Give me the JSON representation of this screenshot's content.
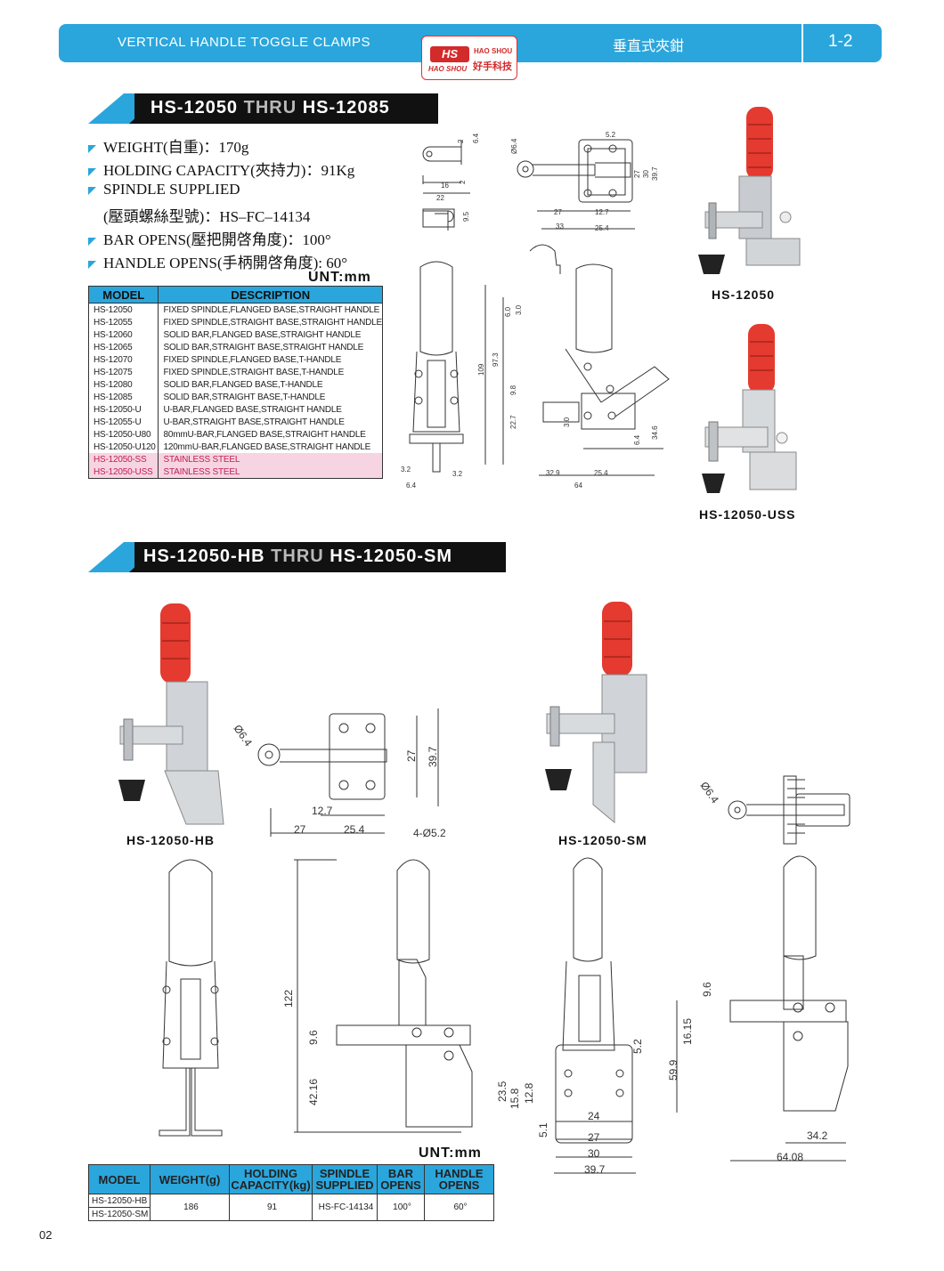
{
  "header": {
    "title_en": "VERTICAL HANDLE TOGGLE CLAMPS",
    "title_zh": "垂直式夾鉗",
    "page_ref": "1-2",
    "logo": {
      "mark": "HS",
      "brand_en": "HAO SHOU",
      "brand_en_italic": "HAO SHOU",
      "brand_zh": "好手科技"
    }
  },
  "section1": {
    "banner": {
      "part1": "HS-12050",
      "thru": "THRU",
      "part2": "HS-12085"
    },
    "specs": [
      "WEIGHT(自重)：170g",
      "HOLDING CAPACITY(夾持力)：91Kg",
      "SPINDLE SUPPLIED",
      "(壓頭螺絲型號)：HS–FC–14134",
      "BAR OPENS(壓把開啓角度)：100°",
      "HANDLE OPENS(手柄開啓角度): 60°"
    ],
    "unit": "UNT:mm",
    "table": {
      "headers": [
        "MODEL",
        "DESCRIPTION"
      ],
      "rows": [
        [
          "HS-12050",
          "FIXED SPINDLE,FLANGED BASE,STRAIGHT HANDLE"
        ],
        [
          "HS-12055",
          "FIXED SPINDLE,STRAIGHT BASE,STRAIGHT HANDLE"
        ],
        [
          "HS-12060",
          "SOLID BAR,FLANGED BASE,STRAIGHT HANDLE"
        ],
        [
          "HS-12065",
          "SOLID BAR,STRAIGHT BASE,STRAIGHT HANDLE"
        ],
        [
          "HS-12070",
          "FIXED SPINDLE,FLANGED BASE,T-HANDLE"
        ],
        [
          "HS-12075",
          "FIXED SPINDLE,STRAIGHT BASE,T-HANDLE"
        ],
        [
          "HS-12080",
          "SOLID BAR,FLANGED BASE,T-HANDLE"
        ],
        [
          "HS-12085",
          "SOLID BAR,STRAIGHT BASE,T-HANDLE"
        ],
        [
          "HS-12050-U",
          "U-BAR,FLANGED BASE,STRAIGHT HANDLE"
        ],
        [
          "HS-12055-U",
          "U-BAR,STRAIGHT BASE,STRAIGHT HANDLE"
        ],
        [
          "HS-12050-U80",
          "80mmU-BAR,FLANGED BASE,STRAIGHT HANDLE"
        ],
        [
          "HS-12050-U120",
          "120mmU-BAR,FLANGED BASE,STRAIGHT HANDLE"
        ],
        [
          "HS-12050-SS",
          "STAINLESS STEEL"
        ],
        [
          "HS-12050-USS",
          "STAINLESS STEEL"
        ]
      ]
    },
    "photo_captions": [
      "HS-12050",
      "HS-12050-USS"
    ],
    "dims": {
      "top_a": [
        "6.4",
        "2",
        "2",
        "16",
        "22",
        "9.5"
      ],
      "top_b": [
        "Ø6.4",
        "5.2",
        "27",
        "30",
        "39.7",
        "27",
        "12.7",
        "33",
        "25.4"
      ],
      "side": [
        "109",
        "97.3",
        "6.0",
        "3.0",
        "9.8",
        "22.7",
        "3.0",
        "6.4",
        "34.6",
        "32.9",
        "25.4",
        "64"
      ],
      "front": [
        "3.2",
        "3.2",
        "6.4"
      ]
    }
  },
  "section2": {
    "banner": {
      "part1": "HS-12050-HB",
      "thru": "THRU",
      "part2": "HS-12050-SM"
    },
    "photo_captions": [
      "HS-12050-HB",
      "HS-12050-SM"
    ],
    "dims_hb_top": [
      "Ø6.4",
      "27",
      "39.7",
      "12.7",
      "27",
      "25.4",
      "4-Ø5.2"
    ],
    "dims_hb_side": [
      "122",
      "9.6",
      "42.16"
    ],
    "dims_sm_top": [
      "Ø6.4"
    ],
    "dims_sm_front": [
      "5.2",
      "23.5",
      "15.8",
      "12.8",
      "5.1",
      "24",
      "27",
      "30",
      "39.7"
    ],
    "dims_sm_side": [
      "9.6",
      "16.15",
      "59.9",
      "34.2",
      "64.08"
    ],
    "unit": "UNT:mm",
    "table": {
      "headers": [
        "MODEL",
        "WEIGHT(g)",
        "HOLDING CAPACITY(kg)",
        "SPINDLE SUPPLIED",
        "BAR OPENS",
        "HANDLE OPENS"
      ],
      "models": [
        "HS-12050-HB",
        "HS-12050-SM"
      ],
      "weight": "186",
      "capacity": "91",
      "spindle": "HS-FC-14134",
      "bar_opens": "100°",
      "handle_opens": "60°"
    }
  },
  "footer": {
    "page_number": "02"
  },
  "colors": {
    "accent": "#2aa6dc",
    "banner_bg": "#111111",
    "logo_red": "#d32a2a",
    "stainless_row": "#f7d4e2",
    "grip_red": "#e43a2f"
  }
}
